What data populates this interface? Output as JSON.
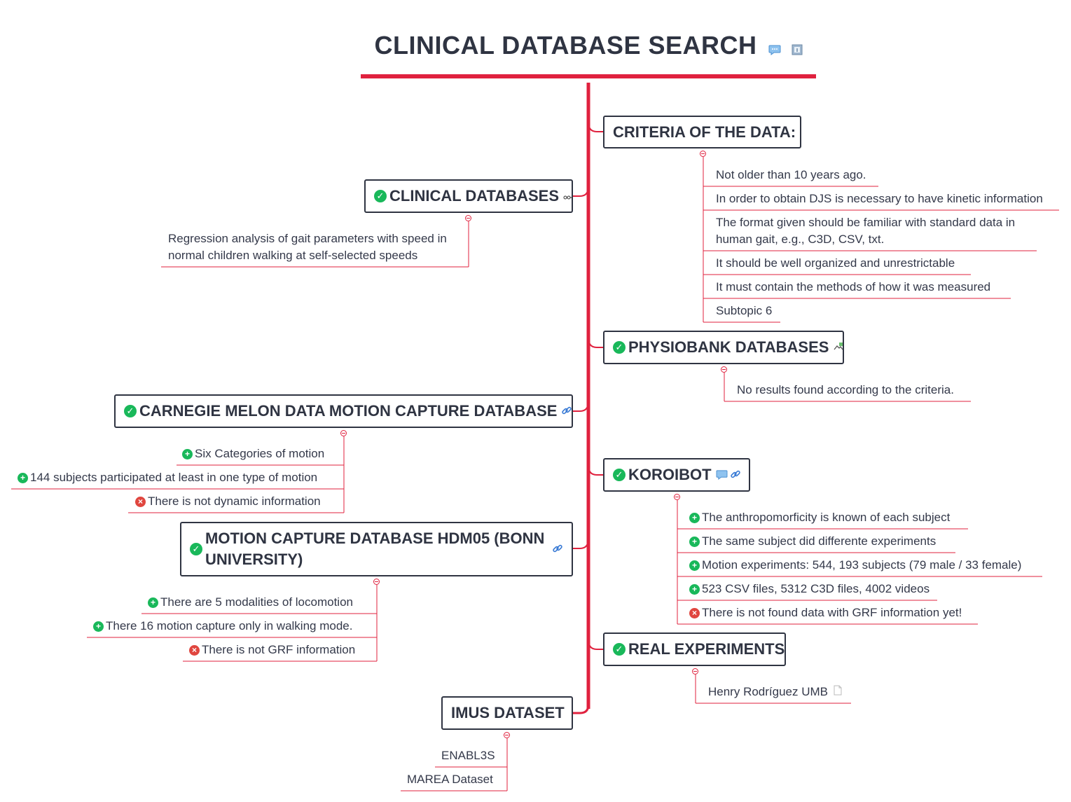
{
  "title": "CLINICAL DATABASE SEARCH",
  "icons": {
    "comment": "comment-icon",
    "note": "note-icon",
    "link": "link-icon",
    "image": "image-icon",
    "attachment": "attachment-icon",
    "check": "checkmark-icon",
    "plus": "plus-icon",
    "cross": "cross-icon"
  },
  "colors": {
    "accent": "#e0213e",
    "text": "#2f3442",
    "positive": "#19b85a",
    "negative": "#e0463f",
    "link": "#3a7bd5"
  },
  "right_branches": {
    "criteria": {
      "title": "CRITERIA OF THE DATA:",
      "items": [
        "Not older than 10 years ago.",
        "In order to obtain DJS is necessary to have kinetic information",
        "The format given should be familiar with standard data in human gait, e.g., C3D, CSV, txt.",
        "It should be well organized and unrestrictable",
        "It must contain the methods of how it was measured",
        "Subtopic 6"
      ]
    },
    "physiobank": {
      "title": "PHYSIOBANK DATABASES",
      "items": [
        "No results found according to the criteria."
      ]
    },
    "koroibot": {
      "title": "KOROIBOT",
      "items": [
        {
          "text": "The anthropomorficity is known of each subject",
          "marker": "plus"
        },
        {
          "text": "The same subject did differente experiments",
          "marker": "plus"
        },
        {
          "text": "Motion experiments: 544, 193 subjects (79 male / 33 female)",
          "marker": "plus"
        },
        {
          "text": "523 CSV files, 5312 C3D files, 4002 videos",
          "marker": "plus"
        },
        {
          "text": "There is not found data with GRF information yet!",
          "marker": "cross"
        }
      ]
    },
    "real": {
      "title": "REAL EXPERIMENTS",
      "items": [
        "Henry Rodríguez UMB"
      ]
    }
  },
  "left_branches": {
    "clinical": {
      "title": "CLINICAL DATABASES",
      "items": [
        "Regression analysis of gait parameters with speed in normal children walking at self-selected speeds"
      ]
    },
    "carnegie": {
      "title": "CARNEGIE MELON DATA MOTION CAPTURE DATABASE",
      "items": [
        {
          "text": "Six Categories of motion",
          "marker": "plus"
        },
        {
          "text": "144 subjects participated at least in one type of motion",
          "marker": "plus"
        },
        {
          "text": "There is not dynamic information",
          "marker": "cross"
        }
      ]
    },
    "hdm05": {
      "title": "MOTION CAPTURE DATABASE HDM05 (BONN UNIVERSITY)",
      "items": [
        {
          "text": "There are 5 modalities of locomotion",
          "marker": "plus"
        },
        {
          "text": "There 16 motion capture only in walking mode.",
          "marker": "plus"
        },
        {
          "text": "There is not GRF information",
          "marker": "cross"
        }
      ]
    },
    "imus": {
      "title": "IMUS DATASET",
      "items": [
        "ENABL3S",
        "MAREA Dataset"
      ]
    }
  }
}
